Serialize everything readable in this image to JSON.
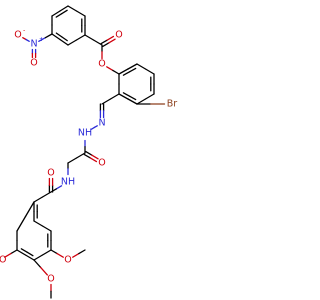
{
  "structure": {
    "colors": {
      "carbon_bond": "#000000",
      "oxygen": "#d0000d",
      "nitrogen": "#2b2bd8",
      "bromine": "#8c3f1c",
      "background": "#ffffff"
    },
    "atoms": [
      {
        "id": "o_nitro_minus",
        "label": "O",
        "charge": "-",
        "color": "#d0000d"
      },
      {
        "id": "n_nitro",
        "label": "N",
        "charge": "+",
        "color": "#2b2bd8"
      },
      {
        "id": "o_nitro_double",
        "label": "O",
        "charge": "",
        "color": "#d0000d"
      },
      {
        "id": "o_ester_carbonyl",
        "label": "O",
        "charge": "",
        "color": "#d0000d"
      },
      {
        "id": "o_ester",
        "label": "O",
        "charge": "",
        "color": "#d0000d"
      },
      {
        "id": "br",
        "label": "Br",
        "charge": "",
        "color": "#8c3f1c"
      },
      {
        "id": "n_hydrazone_1",
        "label": "N",
        "charge": "",
        "color": "#2b2bd8"
      },
      {
        "id": "n_hydrazone_2",
        "label": "NH",
        "charge": "",
        "color": "#2b2bd8"
      },
      {
        "id": "o_amide_1",
        "label": "O",
        "charge": "",
        "color": "#d0000d"
      },
      {
        "id": "n_amide",
        "label": "NH",
        "charge": "",
        "color": "#2b2bd8"
      },
      {
        "id": "o_amide_2",
        "label": "O",
        "charge": "",
        "color": "#d0000d"
      },
      {
        "id": "o_methoxy_left",
        "label": "O",
        "charge": "",
        "color": "#d0000d"
      },
      {
        "id": "o_methoxy_middle",
        "label": "O",
        "charge": "",
        "color": "#d0000d"
      },
      {
        "id": "o_methoxy_right",
        "label": "O",
        "charge": "",
        "color": "#d0000d"
      }
    ]
  }
}
